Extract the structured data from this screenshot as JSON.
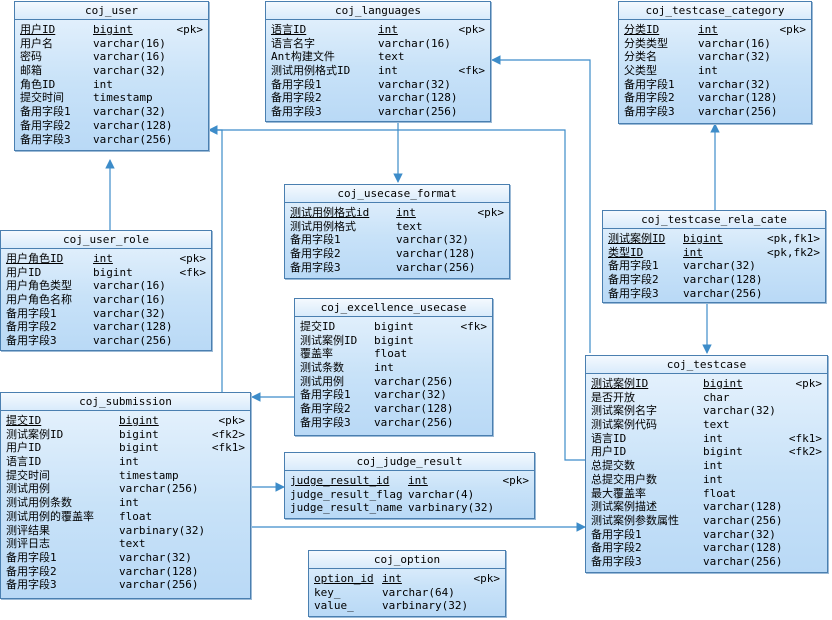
{
  "tables": [
    {
      "id": "coj_user",
      "name": "coj_user",
      "cols": [
        {
          "name": "用户ID",
          "type": "bigint",
          "key": "<pk>",
          "pk": true
        },
        {
          "name": "用户名",
          "type": "varchar(16)",
          "key": ""
        },
        {
          "name": "密码",
          "type": "varchar(16)",
          "key": ""
        },
        {
          "name": "邮箱",
          "type": "varchar(32)",
          "key": ""
        },
        {
          "name": "角色ID",
          "type": "int",
          "key": ""
        },
        {
          "name": "提交时间",
          "type": "timestamp",
          "key": ""
        },
        {
          "name": "备用字段1",
          "type": "varchar(32)",
          "key": ""
        },
        {
          "name": "备用字段2",
          "type": "varchar(128)",
          "key": ""
        },
        {
          "name": "备用字段3",
          "type": "varchar(256)",
          "key": ""
        }
      ]
    },
    {
      "id": "coj_languages",
      "name": "coj_languages",
      "cols": [
        {
          "name": "语言ID",
          "type": "int",
          "key": "<pk>",
          "pk": true
        },
        {
          "name": "语言名字",
          "type": "varchar(16)",
          "key": ""
        },
        {
          "name": "Ant构建文件",
          "type": "text",
          "key": ""
        },
        {
          "name": "测试用例格式ID",
          "type": "int",
          "key": "<fk>"
        },
        {
          "name": "备用字段1",
          "type": "varchar(32)",
          "key": ""
        },
        {
          "name": "备用字段2",
          "type": "varchar(128)",
          "key": ""
        },
        {
          "name": "备用字段3",
          "type": "varchar(256)",
          "key": ""
        }
      ]
    },
    {
      "id": "coj_testcase_category",
      "name": "coj_testcase_category",
      "cols": [
        {
          "name": "分类ID",
          "type": "int",
          "key": "<pk>",
          "pk": true
        },
        {
          "name": "分类类型",
          "type": "varchar(16)",
          "key": ""
        },
        {
          "name": "分类名",
          "type": "varchar(32)",
          "key": ""
        },
        {
          "name": "父类型",
          "type": "int",
          "key": ""
        },
        {
          "name": "备用字段1",
          "type": "varchar(32)",
          "key": ""
        },
        {
          "name": "备用字段2",
          "type": "varchar(128)",
          "key": ""
        },
        {
          "name": "备用字段3",
          "type": "varchar(256)",
          "key": ""
        }
      ]
    },
    {
      "id": "coj_usecase_format",
      "name": "coj_usecase_format",
      "cols": [
        {
          "name": "测试用例格式id",
          "type": "int",
          "key": "<pk>",
          "pk": true
        },
        {
          "name": "测试用例格式",
          "type": "text",
          "key": ""
        },
        {
          "name": "备用字段1",
          "type": "varchar(32)",
          "key": ""
        },
        {
          "name": "备用字段2",
          "type": "varchar(128)",
          "key": ""
        },
        {
          "name": "备用字段3",
          "type": "varchar(256)",
          "key": ""
        }
      ]
    },
    {
      "id": "coj_user_role",
      "name": "coj_user_role",
      "cols": [
        {
          "name": "用户角色ID",
          "type": "int",
          "key": "<pk>",
          "pk": true
        },
        {
          "name": "用户ID",
          "type": "bigint",
          "key": "<fk>"
        },
        {
          "name": "用户角色类型",
          "type": "varchar(16)",
          "key": ""
        },
        {
          "name": "用户角色名称",
          "type": "varchar(16)",
          "key": ""
        },
        {
          "name": "备用字段1",
          "type": "varchar(32)",
          "key": ""
        },
        {
          "name": "备用字段2",
          "type": "varchar(128)",
          "key": ""
        },
        {
          "name": "备用字段3",
          "type": "varchar(256)",
          "key": ""
        }
      ]
    },
    {
      "id": "coj_testcase_rela_cate",
      "name": "coj_testcase_rela_cate",
      "cols": [
        {
          "name": "测试案例ID",
          "type": "bigint",
          "key": "<pk,fk1>",
          "pk": true
        },
        {
          "name": "类型ID",
          "type": "int",
          "key": "<pk,fk2>",
          "pk": true
        },
        {
          "name": "备用字段1",
          "type": "varchar(32)",
          "key": ""
        },
        {
          "name": "备用字段2",
          "type": "varchar(128)",
          "key": ""
        },
        {
          "name": "备用字段3",
          "type": "varchar(256)",
          "key": ""
        }
      ]
    },
    {
      "id": "coj_excellence_usecase",
      "name": "coj_excellence_usecase",
      "cols": [
        {
          "name": "提交ID",
          "type": "bigint",
          "key": "<fk>"
        },
        {
          "name": "测试案例ID",
          "type": "bigint",
          "key": ""
        },
        {
          "name": "覆盖率",
          "type": "float",
          "key": ""
        },
        {
          "name": "测试条数",
          "type": "int",
          "key": ""
        },
        {
          "name": "测试用例",
          "type": "varchar(256)",
          "key": ""
        },
        {
          "name": "备用字段1",
          "type": "varchar(32)",
          "key": ""
        },
        {
          "name": "备用字段2",
          "type": "varchar(128)",
          "key": ""
        },
        {
          "name": "备用字段3",
          "type": "varchar(256)",
          "key": ""
        }
      ]
    },
    {
      "id": "coj_submission",
      "name": "coj_submission",
      "cols": [
        {
          "name": "提交ID",
          "type": "bigint",
          "key": "<pk>",
          "pk": true
        },
        {
          "name": "测试案例ID",
          "type": "bigint",
          "key": "<fk2>"
        },
        {
          "name": "用户ID",
          "type": "bigint",
          "key": "<fk1>"
        },
        {
          "name": "语言ID",
          "type": "int",
          "key": ""
        },
        {
          "name": "提交时间",
          "type": "timestamp",
          "key": ""
        },
        {
          "name": "测试用例",
          "type": "varchar(256)",
          "key": ""
        },
        {
          "name": "测试用例条数",
          "type": "int",
          "key": ""
        },
        {
          "name": "测试用例的覆盖率",
          "type": "float",
          "key": ""
        },
        {
          "name": "测评结果",
          "type": "varbinary(32)",
          "key": ""
        },
        {
          "name": "测评日志",
          "type": "text",
          "key": ""
        },
        {
          "name": "备用字段1",
          "type": "varchar(32)",
          "key": ""
        },
        {
          "name": "备用字段2",
          "type": "varchar(128)",
          "key": ""
        },
        {
          "name": "备用字段3",
          "type": "varchar(256)",
          "key": ""
        }
      ]
    },
    {
      "id": "coj_testcase",
      "name": "coj_testcase",
      "cols": [
        {
          "name": "测试案例ID",
          "type": "bigint",
          "key": "<pk>",
          "pk": true
        },
        {
          "name": "是否开放",
          "type": "char",
          "key": ""
        },
        {
          "name": "测试案例名字",
          "type": "varchar(32)",
          "key": ""
        },
        {
          "name": "测试案例代码",
          "type": "text",
          "key": ""
        },
        {
          "name": "语言ID",
          "type": "int",
          "key": "<fk1>"
        },
        {
          "name": "用户ID",
          "type": "bigint",
          "key": "<fk2>"
        },
        {
          "name": "总提交数",
          "type": "int",
          "key": ""
        },
        {
          "name": "总提交用户数",
          "type": "int",
          "key": ""
        },
        {
          "name": "最大覆盖率",
          "type": "float",
          "key": ""
        },
        {
          "name": "测试案例描述",
          "type": "varchar(128)",
          "key": ""
        },
        {
          "name": "测试案例参数属性",
          "type": "varchar(256)",
          "key": ""
        },
        {
          "name": "备用字段1",
          "type": "varchar(32)",
          "key": ""
        },
        {
          "name": "备用字段2",
          "type": "varchar(128)",
          "key": ""
        },
        {
          "name": "备用字段3",
          "type": "varchar(256)",
          "key": ""
        }
      ]
    },
    {
      "id": "coj_judge_result",
      "name": "coj_judge_result",
      "cols": [
        {
          "name": "judge_result_id",
          "type": "int",
          "key": "<pk>",
          "pk": true
        },
        {
          "name": "judge_result_flag",
          "type": "varchar(4)",
          "key": ""
        },
        {
          "name": "judge_result_name",
          "type": "varbinary(32)",
          "key": ""
        }
      ]
    },
    {
      "id": "coj_option",
      "name": "coj_option",
      "cols": [
        {
          "name": "option_id",
          "type": "int",
          "key": "<pk>",
          "pk": true
        },
        {
          "name": "key_",
          "type": "varchar(64)",
          "key": ""
        },
        {
          "name": "value_",
          "type": "varbinary(32)",
          "key": ""
        }
      ]
    }
  ]
}
